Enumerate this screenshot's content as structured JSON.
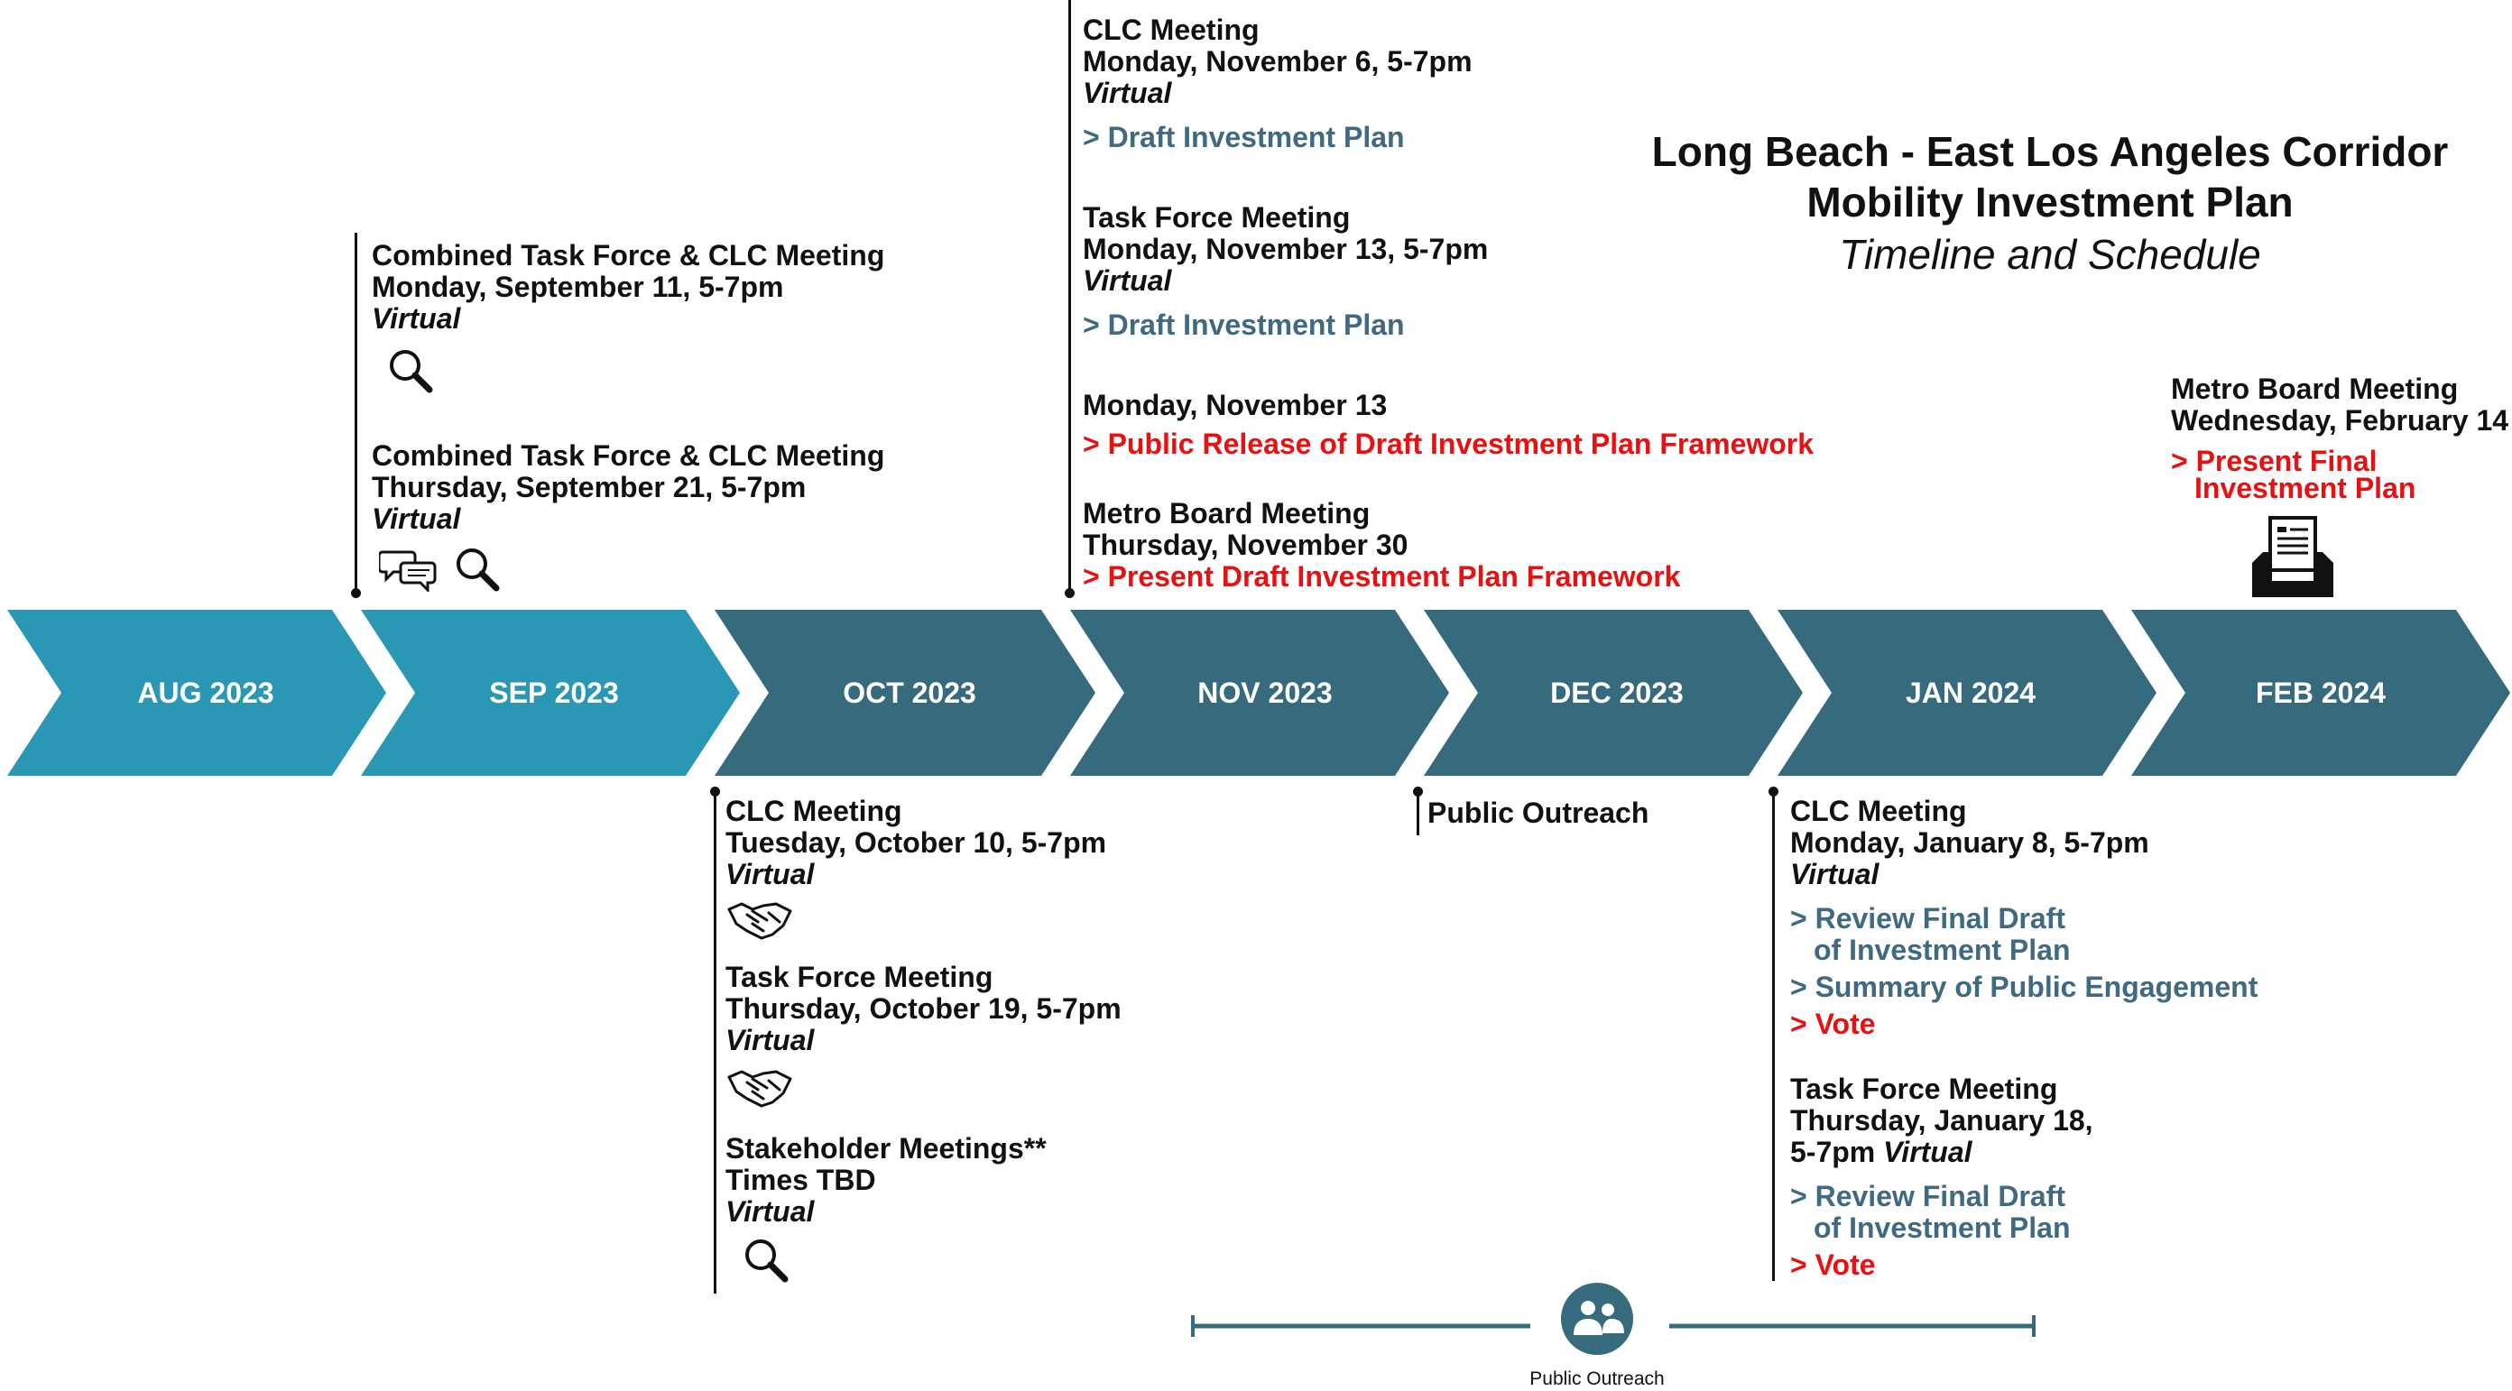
{
  "title": {
    "line1": "Long Beach - East Los Angeles Corridor",
    "line2": "Mobility Investment Plan",
    "line3": "Timeline and Schedule"
  },
  "months": [
    "AUG 2023",
    "SEP 2023",
    "OCT 2023",
    "NOV 2023",
    "DEC 2023",
    "JAN 2024",
    "FEB 2024"
  ],
  "colors": {
    "light_arrow": "#2a97b4",
    "dark_arrow": "#366a7d",
    "teal_text": "#3f6a80",
    "red_text": "#e81010"
  },
  "sep": {
    "e1": {
      "title": "Combined Task Force & CLC Meeting",
      "date": "Monday, September 11, 5-7pm",
      "mode": "Virtual",
      "icon": "magnifier-icon"
    },
    "e2": {
      "title": "Combined Task Force & CLC Meeting",
      "date": "Thursday, September 21, 5-7pm",
      "mode": "Virtual",
      "icons": [
        "speech-bubbles-icon",
        "magnifier-icon"
      ]
    }
  },
  "nov": {
    "e1": {
      "title": "CLC Meeting",
      "date": "Monday, November 6, 5-7pm",
      "mode": "Virtual",
      "item": "> Draft Investment Plan"
    },
    "e2": {
      "title": "Task Force Meeting",
      "date": "Monday, November 13, 5-7pm",
      "mode": "Virtual",
      "item": "> Draft Investment Plan"
    },
    "e3": {
      "date": "Monday, November 13",
      "item": "> Public Release of Draft Investment Plan Framework"
    },
    "e4": {
      "title": "Metro Board Meeting",
      "date": "Thursday, November 30",
      "item": "> Present Draft Investment Plan Framework"
    }
  },
  "feb": {
    "title": "Metro Board Meeting",
    "date": "Wednesday, February 14",
    "item1": "> Present Final",
    "item2": "Investment Plan",
    "icon": "document-inbox-icon"
  },
  "oct": {
    "e1": {
      "title": "CLC Meeting",
      "date": "Tuesday, October 10, 5-7pm",
      "mode": "Virtual",
      "icon": "handshake-icon"
    },
    "e2": {
      "title": "Task Force Meeting",
      "date": "Thursday, October 19, 5-7pm",
      "mode": "Virtual",
      "icon": "handshake-icon"
    },
    "e3": {
      "title": "Stakeholder Meetings**",
      "date": "Times TBD",
      "mode": "Virtual",
      "icon": "magnifier-icon"
    }
  },
  "dec": {
    "label": "Public Outreach"
  },
  "jan": {
    "e1": {
      "title": "CLC Meeting",
      "date": "Monday, January 8, 5-7pm",
      "mode": "Virtual",
      "item1a": "> Review Final Draft",
      "item1b": "of Investment Plan",
      "item2": "> Summary of Public Engagement",
      "item3": "> Vote"
    },
    "e2": {
      "title": "Task Force Meeting",
      "date1": "Thursday, January 18,",
      "date2": "5-7pm",
      "mode": "Virtual",
      "item1a": "> Review Final Draft",
      "item1b": "of Investment Plan",
      "item2": "> Vote"
    }
  },
  "outreach_bar": {
    "label": "Public Outreach",
    "icon": "people-icon"
  }
}
